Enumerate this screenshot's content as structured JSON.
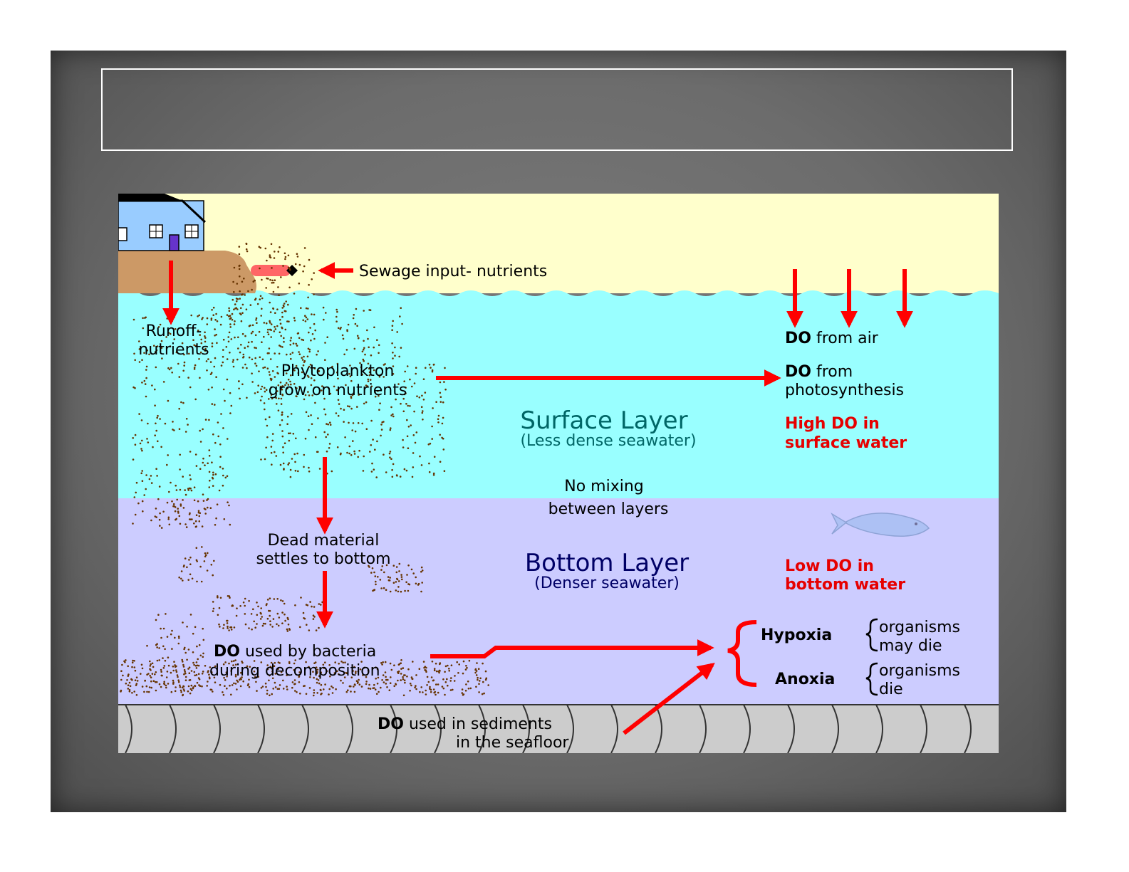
{
  "slide": {
    "title": ""
  },
  "labels": {
    "sewage": "Sewage input- nutrients",
    "runoff_1": "Runoff-",
    "runoff_2": "nutrients",
    "phyto_1": "Phytoplankton",
    "phyto_2": "grow on nutrients",
    "do_air_bold": "DO",
    "do_air_rest": " from air",
    "do_photo_bold": "DO",
    "do_photo_rest": " from",
    "do_photo_2": "photosynthesis",
    "surface_title": "Surface Layer",
    "surface_sub": "(Less dense seawater)",
    "high_do_1": "High DO in",
    "high_do_2": "surface water",
    "no_mixing_1": "No mixing",
    "no_mixing_2": "between layers",
    "dead_1": "Dead material",
    "dead_2": "settles to bottom",
    "bottom_title": "Bottom Layer",
    "bottom_sub": "(Denser seawater)",
    "low_do_1": "Low DO in",
    "low_do_2": "bottom water",
    "bacteria_bold": "DO",
    "bacteria_rest": " used by bacteria",
    "bacteria_2": "during decomposition",
    "hypoxia": "Hypoxia",
    "hypoxia_out_1": "organisms",
    "hypoxia_out_2": "may die",
    "anoxia": "Anoxia",
    "anoxia_out_1": "organisms",
    "anoxia_out_2": "die",
    "sediment_bold": "DO",
    "sediment_rest": " used in sediments",
    "sediment_2": "in the seafloor"
  },
  "colors": {
    "sky": "#ffffcc",
    "surface_water": "#99ffff",
    "bottom_water": "#ccccff",
    "seafloor": "#cccccc",
    "arrow_red": "#ff0000",
    "warning_red": "#e60000",
    "layer_title_teal": "#006666",
    "layer_title_navy": "#000066",
    "plankton_brown": "#663300",
    "land_tan": "#cc9966",
    "house_blue": "#99ccff"
  }
}
